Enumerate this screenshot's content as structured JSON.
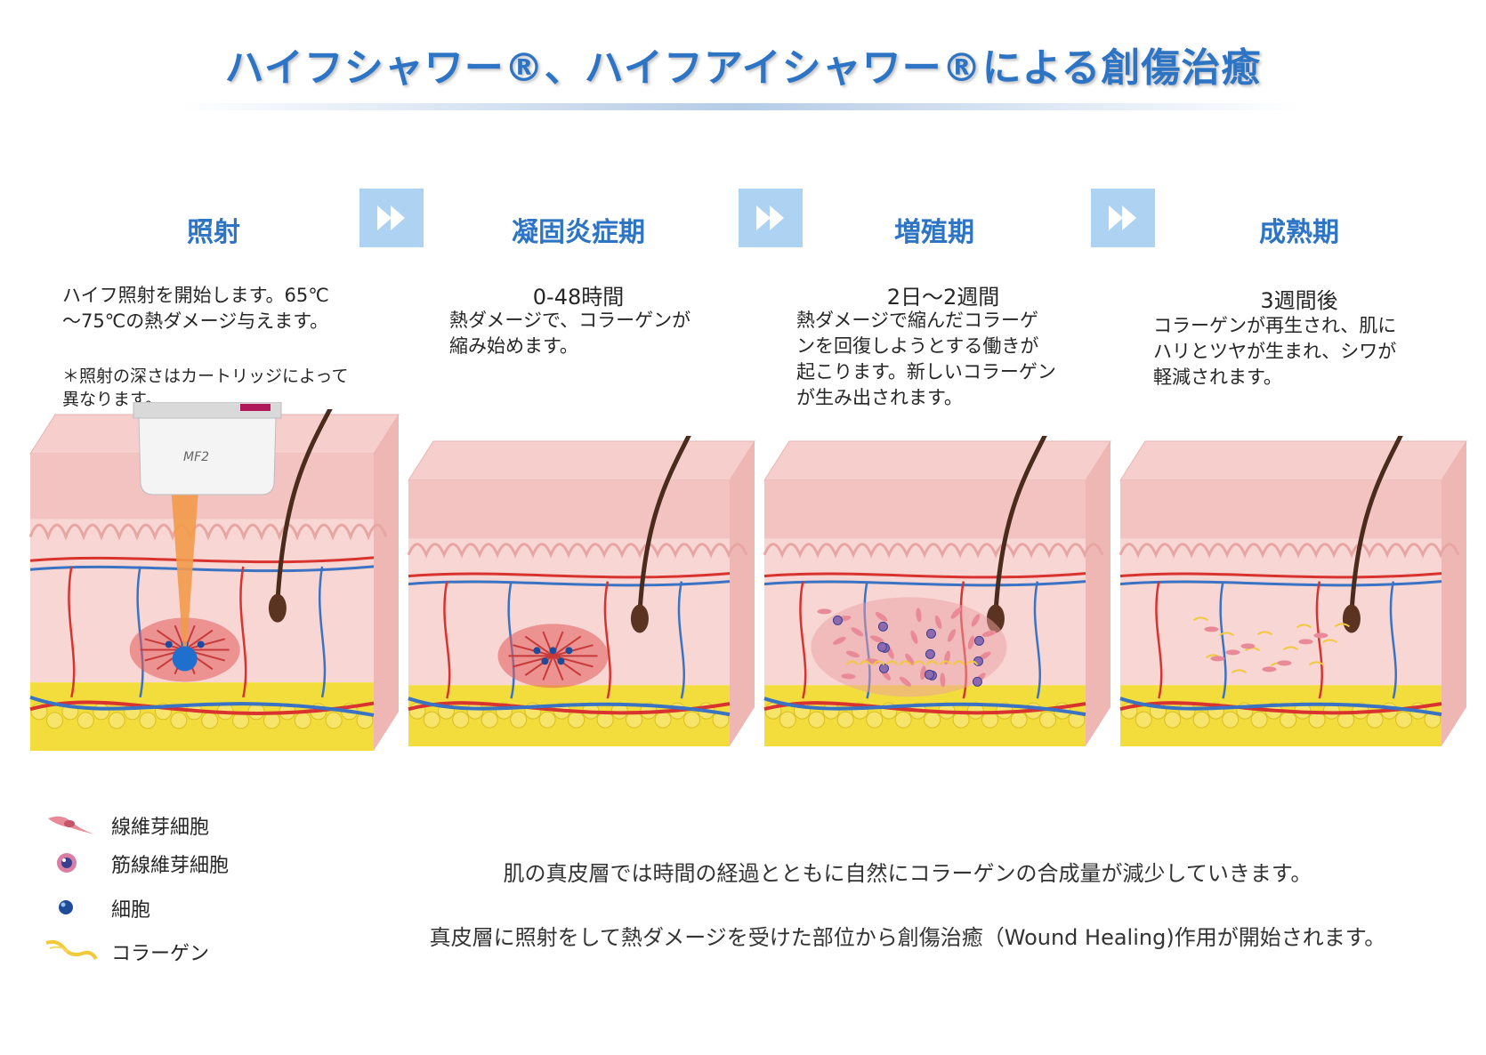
{
  "title": "ハイフシャワー®、ハイフアイシャワー®による創傷治癒",
  "stages": [
    {
      "title": "照射",
      "desc_lines": [
        "ハイフ照射を開始します。65℃",
        "〜75℃の熱ダメージ与えます。"
      ],
      "note_lines": [
        "＊照射の深さはカートリッジによって",
        "異なります。"
      ]
    },
    {
      "title": "凝固炎症期",
      "time": "0-48時間",
      "desc_lines": [
        "熱ダメージで、コラーゲンが",
        "縮み始めます。"
      ]
    },
    {
      "title": "増殖期",
      "time": "2日〜2週間",
      "desc_lines": [
        "熱ダメージで縮んだコラーゲ",
        "ンを回復しようとする働きが",
        "起こります。新しいコラーゲン",
        "が生み出されます。"
      ]
    },
    {
      "title": "成熟期",
      "time": "3週間後",
      "desc_lines": [
        "コラーゲンが再生され、肌に",
        "ハリとツヤが生まれ、シワが",
        "軽減されます。"
      ]
    }
  ],
  "device_label": "MF2",
  "legend": [
    {
      "label": "線維芽細胞",
      "icon": "fibroblast-icon"
    },
    {
      "label": "筋線維芽細胞",
      "icon": "myofibroblast-icon"
    },
    {
      "label": "細胞",
      "icon": "cell-icon"
    },
    {
      "label": "コラーゲン",
      "icon": "collagen-icon"
    }
  ],
  "footer_lines": [
    "肌の真皮層では時間の経過とともに自然にコラーゲンの合成量が減少していきます。",
    "真皮層に照射をして熱ダメージを受けた部位から創傷治癒（Wound Healing)作用が開始されます。"
  ],
  "colors": {
    "title": "#2e74c4",
    "arrow_bg": "#aed3f2",
    "epidermis": "#f3c3c1",
    "dermis": "#f7d6d3",
    "fat": "#f3dd3d",
    "artery": "#d9332f",
    "vein": "#3a73c4",
    "beam": "#f29a4a",
    "focus_point": "#1f6fcf"
  }
}
